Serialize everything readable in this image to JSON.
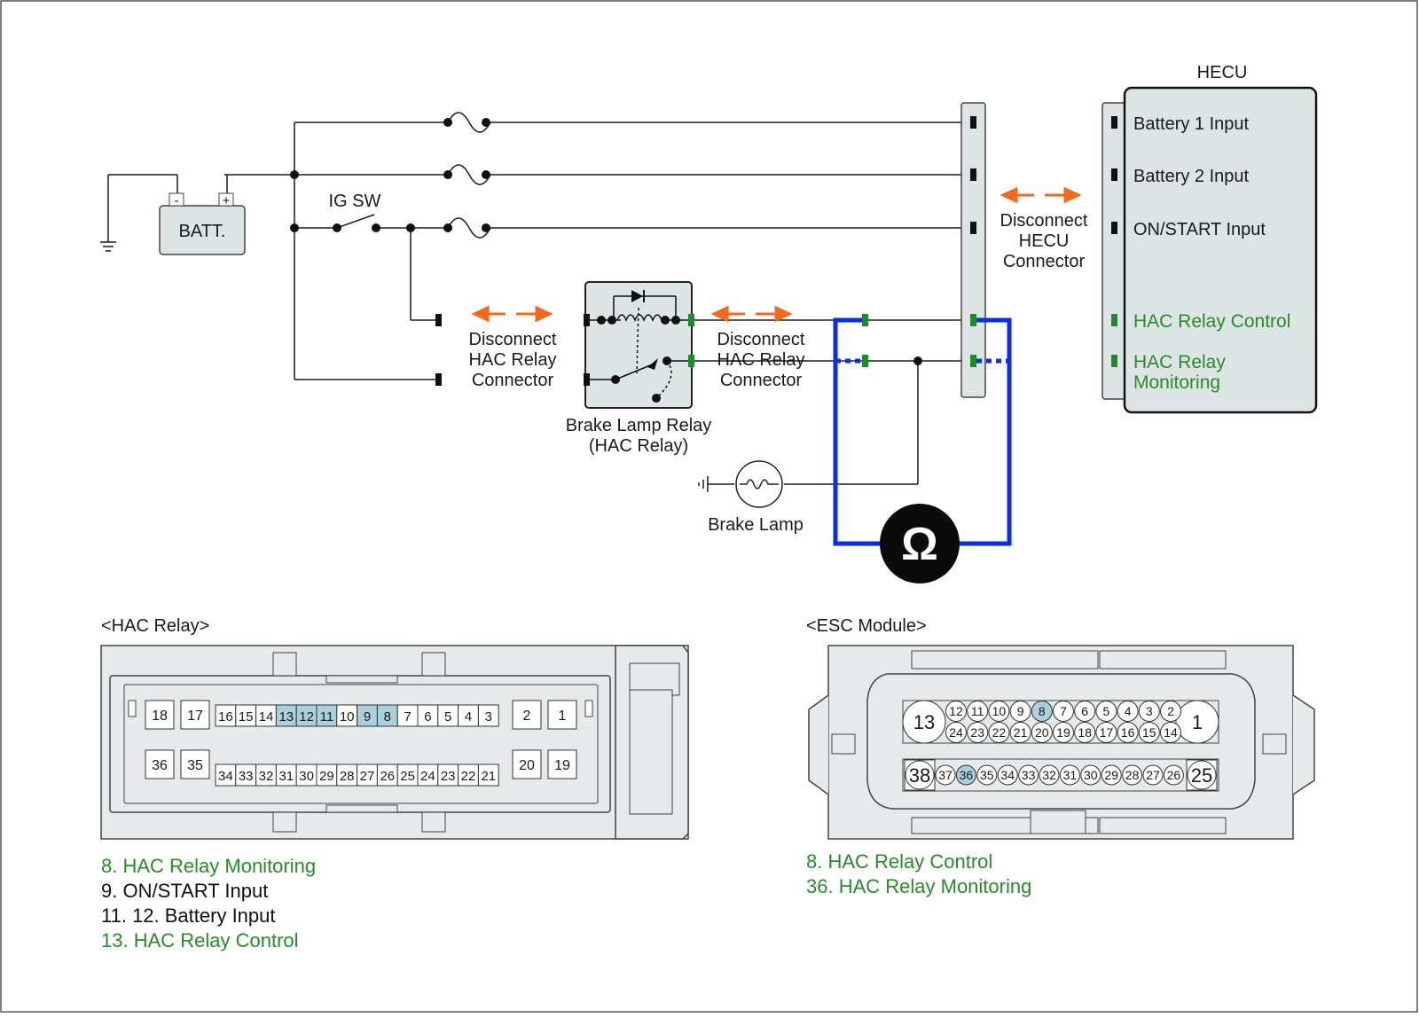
{
  "diagram": {
    "hecu_title": "HECU",
    "hecu_inputs": [
      "Battery 1 Input",
      "Battery 2 Input",
      "ON/START Input",
      "HAC Relay Control",
      "HAC Relay",
      "Monitoring"
    ],
    "batt_label": "BATT.",
    "batt_minus": "-",
    "batt_plus": "+",
    "ig_sw_label": "IG SW",
    "disconnect_hecu": [
      "Disconnect",
      "HECU",
      "Connector"
    ],
    "disconnect_hac_left": [
      "Disconnect",
      "HAC Relay",
      "Connector"
    ],
    "disconnect_hac_right": [
      "Disconnect",
      "HAC Relay",
      "Connector"
    ],
    "relay_label": [
      "Brake Lamp Relay",
      "(HAC Relay)"
    ],
    "brake_lamp_label": "Brake Lamp",
    "ohm_symbol": "Ω",
    "colors": {
      "wire": "#1a1a1a",
      "meter": "#0a2ee6",
      "arrow": "#f26a1b",
      "green_pin": "#1f8a2a",
      "highlight": "#aad0dc",
      "box_fill": "#dde4e4"
    }
  },
  "hac_connector": {
    "title": "<HAC Relay>",
    "large_pins": [
      "18",
      "17",
      "36",
      "35",
      "2",
      "1",
      "20",
      "19"
    ],
    "top_row": [
      "16",
      "15",
      "14",
      "13",
      "12",
      "11",
      "10",
      "9",
      "8",
      "7",
      "6",
      "5",
      "4",
      "3"
    ],
    "bottom_row": [
      "34",
      "33",
      "32",
      "31",
      "30",
      "29",
      "28",
      "27",
      "26",
      "25",
      "24",
      "23",
      "22",
      "21"
    ],
    "highlighted": [
      "13",
      "12",
      "11",
      "9",
      "8"
    ],
    "legend": [
      {
        "text": "8. HAC Relay Monitoring",
        "color": "green"
      },
      {
        "text": "9. ON/START Input",
        "color": "black"
      },
      {
        "text": "11. 12. Battery Input",
        "color": "black"
      },
      {
        "text": "13. HAC Relay Control",
        "color": "green"
      }
    ]
  },
  "esc_connector": {
    "title": "<ESC Module>",
    "big_pins": [
      "13",
      "1",
      "38",
      "25"
    ],
    "row1": [
      "12",
      "11",
      "10",
      "9",
      "8",
      "7",
      "6",
      "5",
      "4",
      "3",
      "2"
    ],
    "row2": [
      "24",
      "23",
      "22",
      "21",
      "20",
      "19",
      "18",
      "17",
      "16",
      "15",
      "14"
    ],
    "row3": [
      "37",
      "36",
      "35",
      "34",
      "33",
      "32",
      "31",
      "30",
      "29",
      "28",
      "27",
      "26"
    ],
    "highlighted": [
      "8",
      "36"
    ],
    "legend": [
      {
        "text": "8. HAC Relay Control",
        "color": "green"
      },
      {
        "text": "36. HAC Relay Monitoring",
        "color": "green"
      }
    ]
  }
}
